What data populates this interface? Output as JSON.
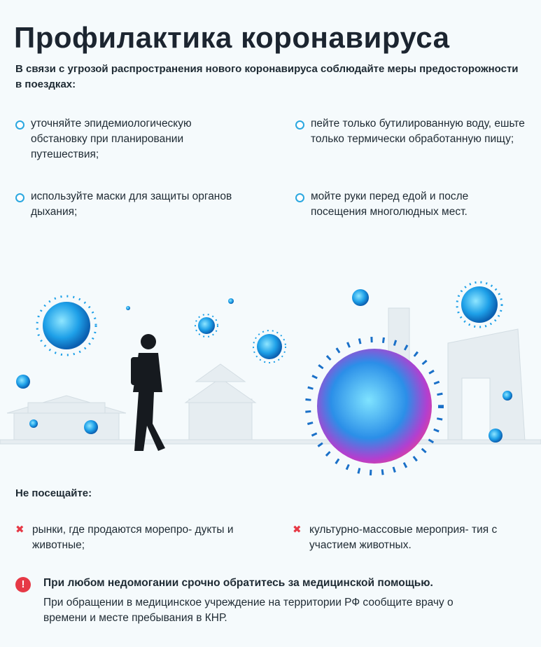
{
  "title": "Профилактика коронавируса",
  "lead": "В связи с угрозой распространения нового коронавируса соблюдайте меры предосторожности в поездках:",
  "tips": [
    "уточняйте эпидемиологическую обстановку при планировании путешествия;",
    "пейте только бутилированную воду, ешьте только термически обработанную пищу;",
    "используйте маски для защиты органов дыхания;",
    "мойте руки перед едой и после посещения многолюдных мест."
  ],
  "dont_title": "Не посещайте:",
  "dont": [
    "рынки, где продаются морепро- дукты и животные;",
    "культурно-массовые мероприя- тия с участием животных."
  ],
  "alert": {
    "bold": "При любом недомогании срочно обратитесь за медицинской помощью.",
    "text": "При обращении в медицинское учреждение на территории РФ сообщите врачу о времени и месте пребывания в КНР."
  },
  "colors": {
    "accent": "#2aa7e0",
    "warning": "#e63946",
    "virus": "#1ea0e8",
    "virus_accent": "#e0409a"
  },
  "icons": {
    "bullet": "circle-bullet-icon",
    "cross": "cross-icon",
    "alert": "exclamation-icon"
  }
}
